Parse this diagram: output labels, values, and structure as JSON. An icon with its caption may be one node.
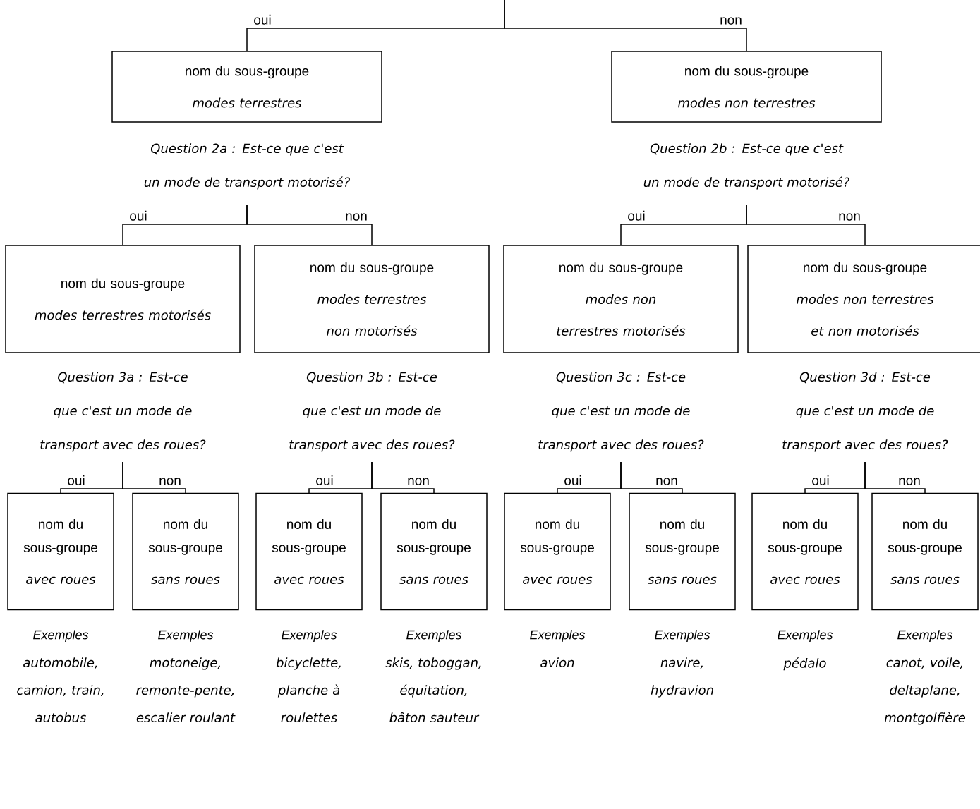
{
  "diagram": {
    "nodes": [
      {
        "text": [
          "nom du sous-groupe",
          "modes terrestres"
        ],
        "beside": [
          "Question 2a : Est-ce que c'est un mode de transport motorisé?"
        ]
      },
      {
        "text": [
          "nom du sous-groupe",
          "modes non terrestres"
        ],
        "beside": [
          "Question 2b : Est-ce que c'est un mode de transport motorisé?"
        ]
      },
      {
        "text": [
          "nom du sous-groupe",
          "modes terrestres motorisés"
        ],
        "beside": [
          "Question 3a : Est-ce que c'est un mode de transport avec des roues?"
        ]
      },
      {
        "text": [
          "nom du sous-groupe",
          "modes terrestres non motorisés"
        ],
        "beside": [
          "Question 3b : Est-ce que c'est un mode de transport avec des roues?"
        ]
      },
      {
        "text": [
          "nom du sous-groupe",
          "modes non terrestres motorisés"
        ],
        "beside": [
          "Question 3c : Est-ce que c'est un mode de transport avec des roues?"
        ]
      },
      {
        "text": [
          "nom du sous-groupe",
          "modes non terrestres et non motorisés"
        ],
        "beside": [
          "Question 3d : Est-ce que c'est un mode de transport avec des roues?"
        ]
      },
      {
        "text": [
          "nom du sous-groupe",
          "avec roues"
        ],
        "beside": [
          "Exemples",
          "automobile, camion, train, autobus"
        ]
      },
      {
        "text": [
          "nom du sous-groupe",
          "sans roues"
        ],
        "beside": [
          "Exemples",
          "motoneige, remonte-pente, escalier roulant"
        ]
      },
      {
        "text": [
          "nom du sous-groupe",
          "avec roues"
        ],
        "beside": [
          "Exemples",
          "bicyclette, planche à roulettes"
        ]
      },
      {
        "text": [
          "nom du sous-groupe",
          "sans roues"
        ],
        "beside": [
          "Exemples",
          "skis, toboggan, équitation, bâton sauteur"
        ]
      },
      {
        "text": [
          "nom du sous-groupe",
          "avec roues"
        ],
        "beside": [
          "Exemples",
          "avion"
        ]
      },
      {
        "text": [
          "nom du sous-groupe",
          "sans roues"
        ],
        "beside": [
          "Exemples",
          "navire, hydravion"
        ]
      },
      {
        "text": [
          "nom du sous-groupe",
          "avec roues"
        ],
        "beside": [
          "Exemples",
          "pédalo"
        ]
      },
      {
        "text": [
          "nom du sous-groupe",
          "sans roues"
        ],
        "beside": [
          "Exemples",
          "canot, voile, deltaplane, montgolfière"
        ]
      }
    ],
    "edges": [
      {
        "from": null,
        "to": 0,
        "arrow": "none",
        "label": "oui"
      },
      {
        "from": null,
        "to": 1,
        "arrow": "none",
        "label": "non"
      },
      {
        "from": 0,
        "to": 2,
        "arrow": "none",
        "label": "oui"
      },
      {
        "from": 0,
        "to": 3,
        "arrow": "none",
        "label": "non"
      },
      {
        "from": 1,
        "to": 4,
        "arrow": "none",
        "label": "oui"
      },
      {
        "from": 1,
        "to": 5,
        "arrow": "none",
        "label": "non"
      },
      {
        "from": 2,
        "to": 6,
        "arrow": "none",
        "label": "oui"
      },
      {
        "from": 2,
        "to": 7,
        "arrow": "none",
        "label": "non"
      },
      {
        "from": 3,
        "to": 8,
        "arrow": "none",
        "label": "oui"
      },
      {
        "from": 3,
        "to": 9,
        "arrow": "none",
        "label": "non"
      },
      {
        "from": 4,
        "to": 10,
        "arrow": "none",
        "label": "oui"
      },
      {
        "from": 4,
        "to": 11,
        "arrow": "none",
        "label": "non"
      },
      {
        "from": 5,
        "to": 12,
        "arrow": "none",
        "label": "oui"
      },
      {
        "from": 5,
        "to": 13,
        "arrow": "none",
        "label": "non"
      }
    ]
  }
}
